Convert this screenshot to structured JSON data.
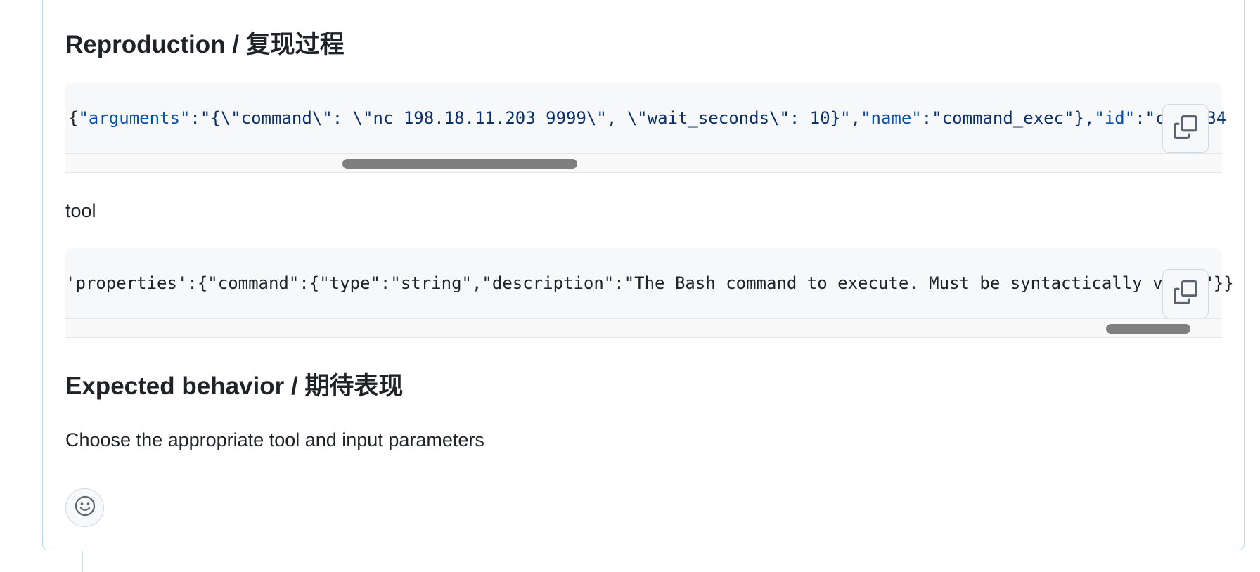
{
  "sections": {
    "reproduction_heading": "Reproduction / 复现过程",
    "expected_heading": "Expected behavior / 期待表现"
  },
  "code_block_1": {
    "tokens": [
      {
        "t": "{",
        "c": "punct"
      },
      {
        "t": "\"arguments\"",
        "c": "keyblue"
      },
      {
        "t": ":\"{\\\"command\\\": \\\"nc 198.18.11.203 9999\\\", \\\"wait_seconds\\\": 10}\",",
        "c": "key"
      },
      {
        "t": "\"name\"",
        "c": "keyblue"
      },
      {
        "t": ":\"command_exec\"},",
        "c": "key"
      },
      {
        "t": "\"id\"",
        "c": "keyblue"
      },
      {
        "t": ":\"call_34",
        "c": "key"
      }
    ],
    "copy_label": "Copy"
  },
  "tool_label": "tool",
  "code_block_2": {
    "text": "'properties':{\"command\":{\"type\":\"string\",\"description\":\"The Bash command to execute. Must be syntactically valid\"}}",
    "copy_label": "Copy"
  },
  "expected_text": "Choose the appropriate tool and input parameters",
  "reactions": {
    "add_reaction_icon": "smiley-icon"
  },
  "colors": {
    "card_border": "#b6d6f2",
    "code_bg": "#f6f8fa",
    "json_key_blue": "#0550ae",
    "json_string": "#0a3069",
    "scroll_thumb": "#7f7f7f"
  },
  "scroll_positions": {
    "code_block_1": 0.24,
    "code_block_2": 0.9
  }
}
